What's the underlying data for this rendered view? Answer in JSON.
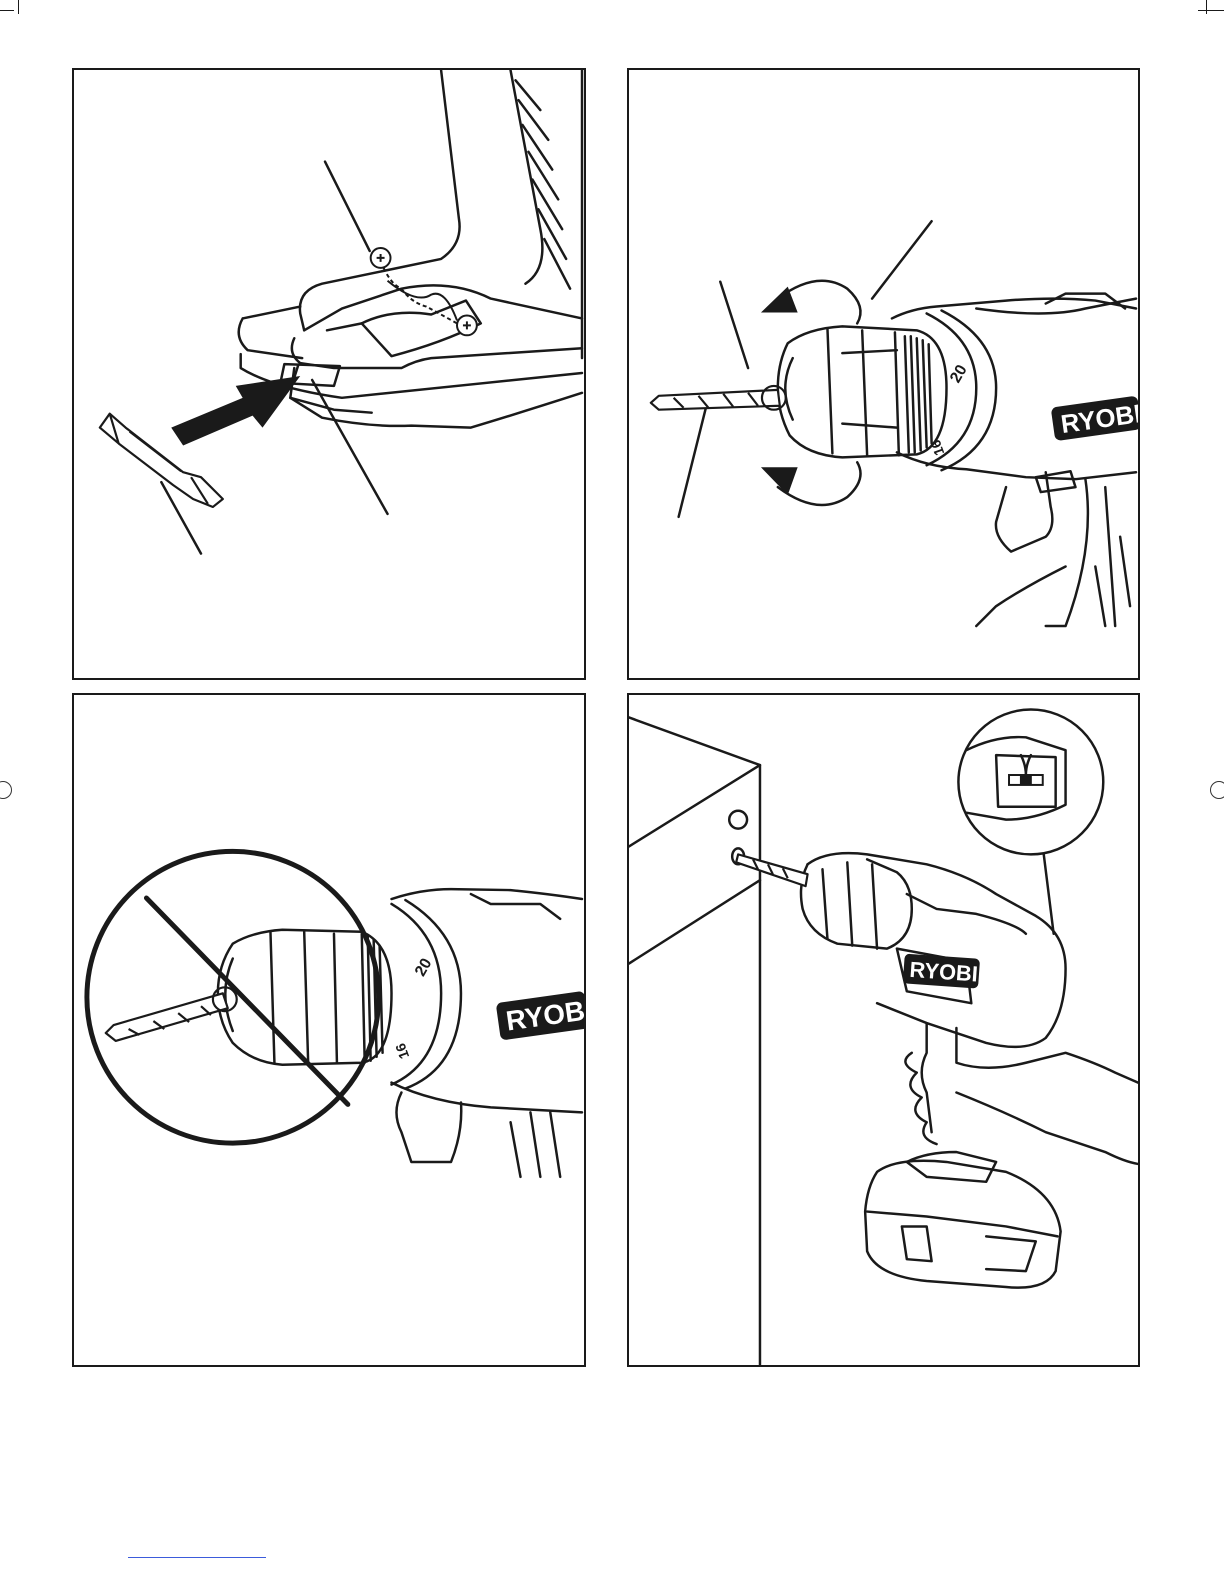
{
  "figures": [
    {
      "brand": ""
    },
    {
      "brand": "RYOBI",
      "dial_top": "20",
      "dial_bottom": "16"
    },
    {
      "brand": "RYOBI",
      "dial_top": "20",
      "dial_bottom": "16"
    },
    {
      "brand": "RYOBI"
    }
  ],
  "colors": {
    "line": "#1a1a1a",
    "paper": "#ffffff",
    "footer_rule": "#3b5bdb"
  }
}
